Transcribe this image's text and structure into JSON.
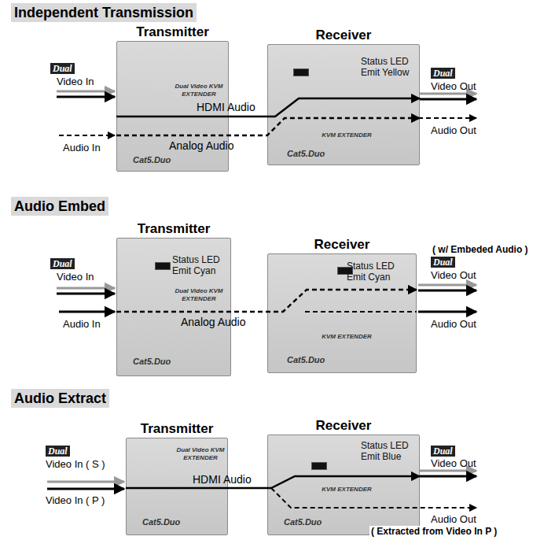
{
  "diagram": {
    "nodes": [
      {
        "text": [
          "Transmitter",
          "Dual Video KVM EXTENDER",
          "Cat5.Duo"
        ]
      },
      {
        "text": [
          "Receiver",
          "Status LED Emit Yellow",
          "KVM EXTENDER",
          "Cat5.Duo"
        ]
      },
      {
        "text": [
          "Transmitter",
          "Status LED Emit Cyan",
          "Dual Video KVM EXTENDER",
          "Cat5.Duo"
        ]
      },
      {
        "text": [
          "Receiver",
          "Status LED Emit Cyan",
          "KVM EXTENDER",
          "Cat5.Duo"
        ]
      },
      {
        "text": [
          "Transmitter",
          "Dual Video KVM EXTENDER",
          "Cat5.Duo"
        ]
      },
      {
        "text": [
          "Receiver",
          "Status LED Emit Blue",
          "KVM EXTENDER",
          "Cat5.Duo"
        ]
      }
    ],
    "edges": [
      {
        "from": 0,
        "to": 1,
        "label": "HDMI Audio",
        "arrow": "to"
      },
      {
        "from": 0,
        "to": 1,
        "label": "Analog Audio",
        "arrow": "to"
      },
      {
        "from": 2,
        "to": 3,
        "label": "Analog Audio",
        "arrow": "to"
      },
      {
        "from": 4,
        "to": 5,
        "label": "HDMI Audio",
        "arrow": "to"
      }
    ],
    "labels": [
      "Independent Transmission",
      "Dual",
      "Video In",
      "Audio In",
      "Dual",
      "Video Out",
      "Audio Out",
      "Audio Embed",
      "Dual",
      "Video In",
      "Audio In",
      "( w/ Embeded Audio )",
      "Dual",
      "Video Out",
      "Audio Out",
      "Audio Extract",
      "Dual",
      "Video In ( S )",
      "Video In ( P )",
      "Dual",
      "Video Out",
      "Audio Out",
      "( Extracted from Video In P )"
    ]
  }
}
